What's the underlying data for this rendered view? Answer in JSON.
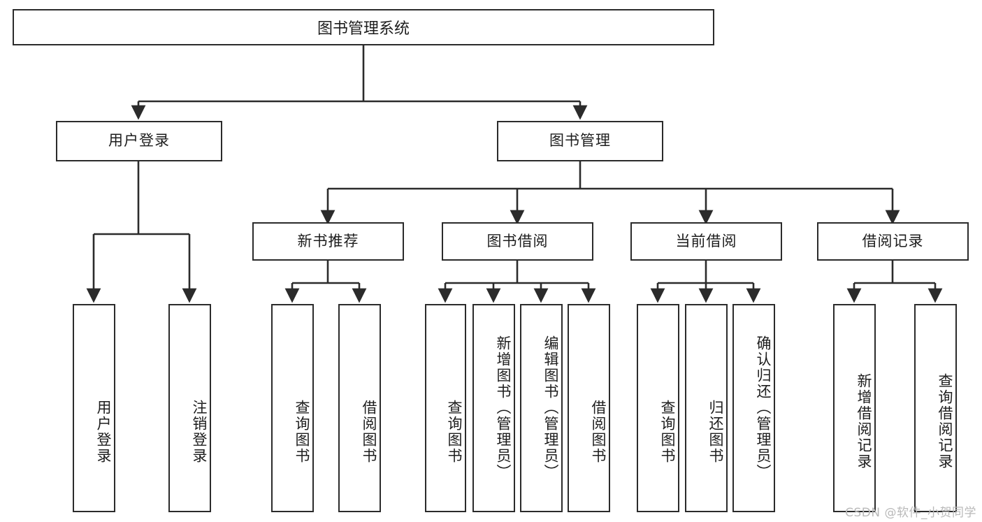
{
  "diagram": {
    "title": "图书管理系统",
    "type": "功能结构图",
    "watermark": "CSDN @软件_小贺同学",
    "colors": {
      "stroke": "#2b2b2b",
      "fill": "#ffffff",
      "text": "#1d1d1d",
      "watermark": "#b9b9b9"
    },
    "root": {
      "label": "图书管理系统"
    },
    "level2": [
      {
        "id": "user-login",
        "label": "用户登录"
      },
      {
        "id": "book-management",
        "label": "图书管理"
      }
    ],
    "level3": [
      {
        "id": "new-book-recommendation",
        "label": "新书推荐"
      },
      {
        "id": "book-borrowing",
        "label": "图书借阅"
      },
      {
        "id": "current-borrowing",
        "label": "当前借阅"
      },
      {
        "id": "borrowing-records",
        "label": "借阅记录"
      }
    ],
    "leaves": {
      "user_login": [
        {
          "id": "leaf-user-login",
          "label": "用户登录"
        },
        {
          "id": "leaf-logout",
          "label": "注销登录"
        }
      ],
      "new_book_recommendation": [
        {
          "id": "leaf-query-books-1",
          "label": "查询图书"
        },
        {
          "id": "leaf-borrow-books-1",
          "label": "借阅图书"
        }
      ],
      "book_borrowing": [
        {
          "id": "leaf-query-books-2",
          "label": "查询图书"
        },
        {
          "id": "leaf-add-book",
          "label": "新增图书（管理员）"
        },
        {
          "id": "leaf-edit-book",
          "label": "编辑图书（管理员）"
        },
        {
          "id": "leaf-borrow-books-2",
          "label": "借阅图书"
        }
      ],
      "current_borrowing": [
        {
          "id": "leaf-query-books-3",
          "label": "查询图书"
        },
        {
          "id": "leaf-return-books",
          "label": "归还图书"
        },
        {
          "id": "leaf-confirm-return",
          "label": "确认归还（管理员）"
        }
      ],
      "borrowing_records": [
        {
          "id": "leaf-add-record",
          "label": "新增借阅记录"
        },
        {
          "id": "leaf-query-record",
          "label": "查询借阅记录"
        }
      ]
    }
  }
}
